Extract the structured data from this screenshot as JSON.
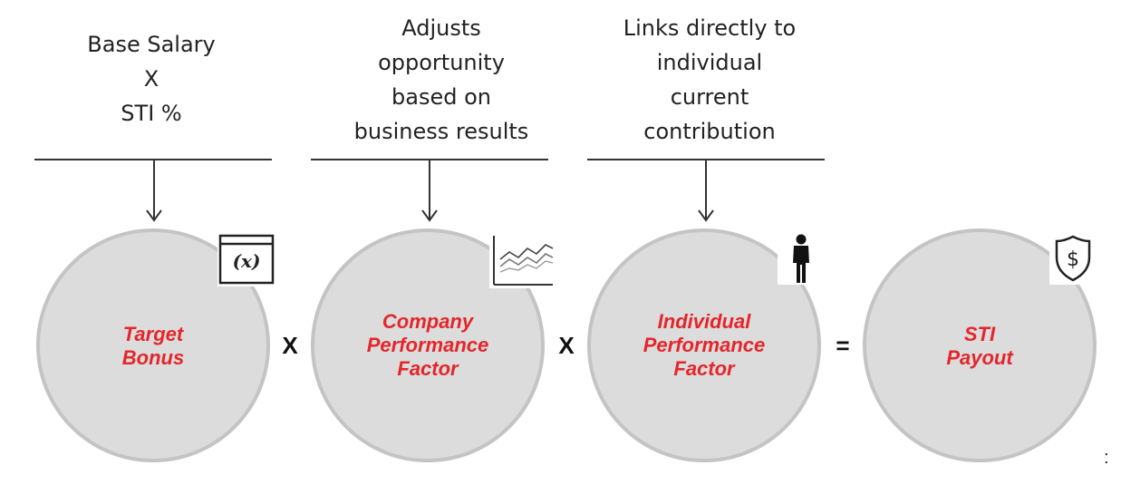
{
  "headers": [
    {
      "lines": [
        "Base Salary",
        "X",
        "STI %"
      ]
    },
    {
      "lines": [
        "Adjusts",
        "opportunity",
        "based on",
        "business results"
      ]
    },
    {
      "lines": [
        "Links directly to",
        "individual",
        "current",
        "contribution"
      ]
    }
  ],
  "circles": [
    {
      "lines": [
        "Target",
        "Bonus"
      ],
      "icon": "formula-x-icon"
    },
    {
      "lines": [
        "Company",
        "Performance",
        "Factor"
      ],
      "icon": "line-chart-icon"
    },
    {
      "lines": [
        "Individual",
        "Performance",
        "Factor"
      ],
      "icon": "person-icon"
    },
    {
      "lines": [
        "STI",
        "Payout"
      ],
      "icon": "dollar-shield-icon"
    }
  ],
  "operators": [
    "X",
    "X",
    "="
  ],
  "icon_text": {
    "formula": "(x)"
  },
  "trailing_mark": ":",
  "colors": {
    "label": "#e4262b",
    "circle_fill": "#dcdcdc",
    "circle_border": "#c4c4c4"
  }
}
